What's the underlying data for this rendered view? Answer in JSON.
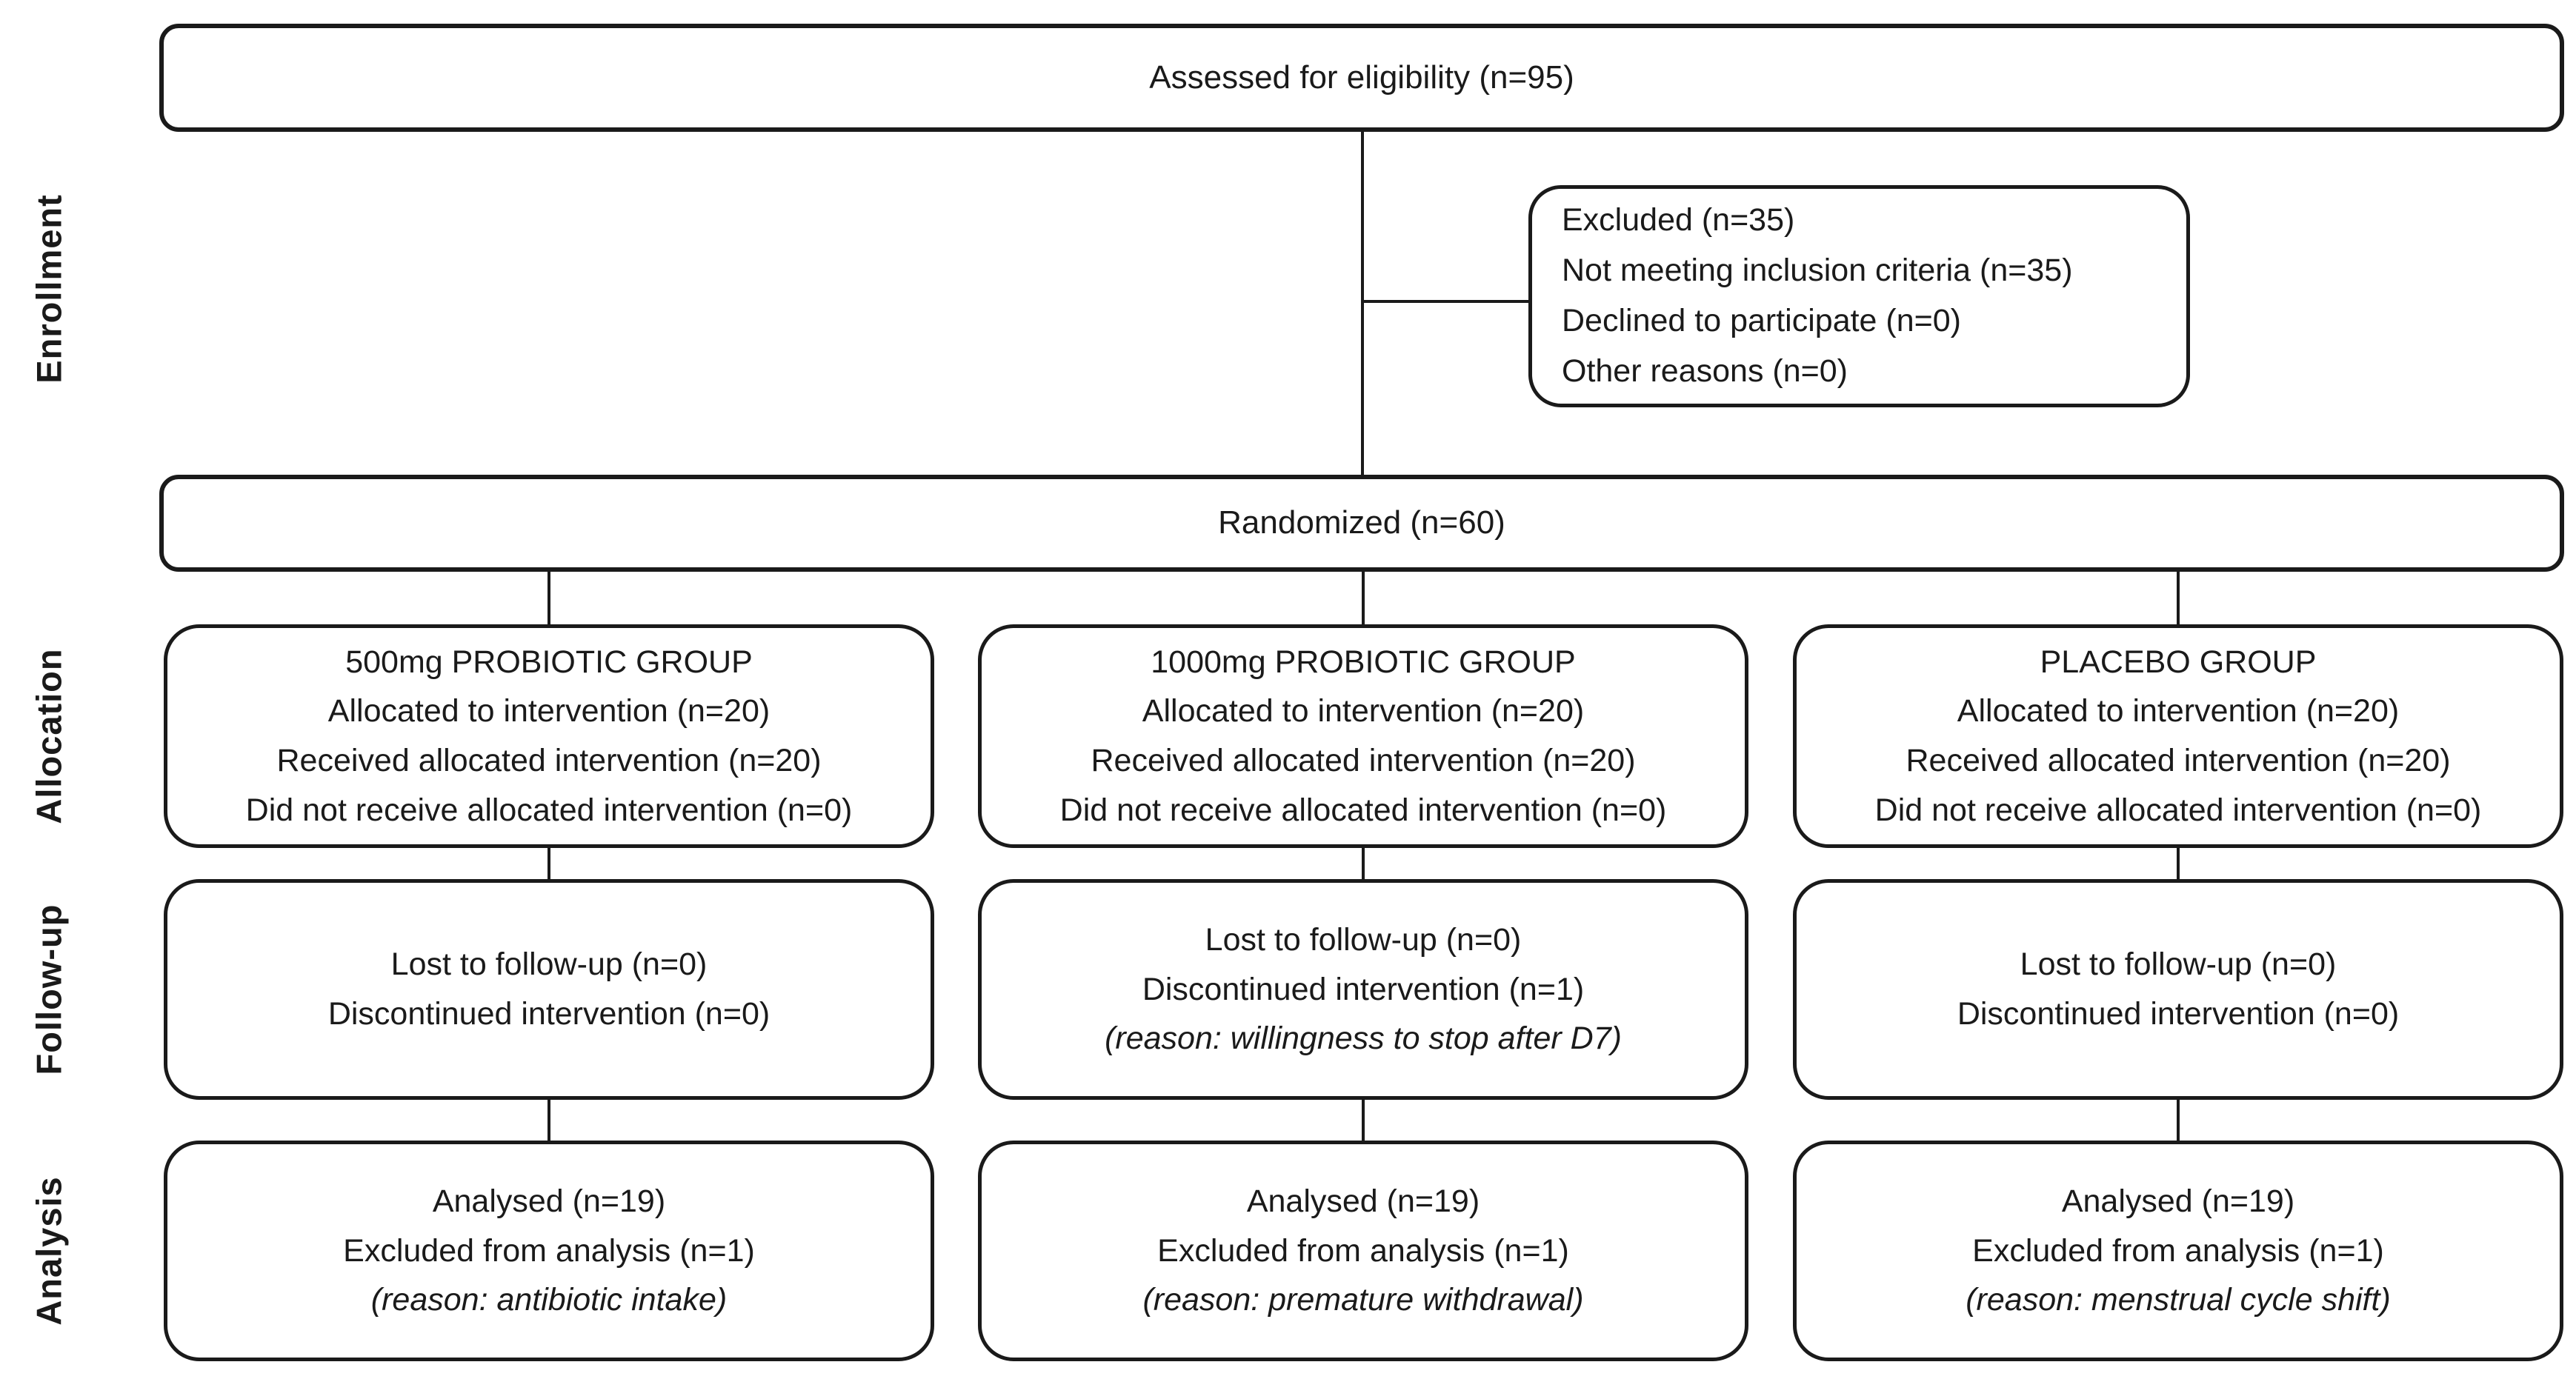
{
  "diagram": {
    "stage_labels": {
      "enrollment": "Enrollment",
      "allocation": "Allocation",
      "followup": "Follow-up",
      "analysis": "Analysis"
    },
    "assessed": {
      "label": "Assessed for eligibility (n=95)"
    },
    "excluded": {
      "lines": [
        "Excluded (n=35)",
        "Not meeting inclusion criteria (n=35)",
        "Declined to participate (n=0)",
        "Other reasons (n=0)"
      ]
    },
    "randomized": {
      "label": "Randomized (n=60)"
    },
    "groups": [
      {
        "allocation": {
          "title": "500mg PROBIOTIC GROUP",
          "lines": [
            "Allocated to intervention (n=20)",
            "Received allocated intervention (n=20)",
            "Did not receive allocated intervention (n=0)"
          ]
        },
        "followup": {
          "lines": [
            "Lost to follow-up (n=0)",
            "Discontinued intervention (n=0)"
          ],
          "reason": ""
        },
        "analysis": {
          "lines": [
            "Analysed (n=19)",
            "Excluded from analysis (n=1)"
          ],
          "reason": "(reason: antibiotic intake)"
        }
      },
      {
        "allocation": {
          "title": "1000mg PROBIOTIC GROUP",
          "lines": [
            "Allocated to intervention (n=20)",
            "Received allocated intervention (n=20)",
            "Did not receive allocated intervention (n=0)"
          ]
        },
        "followup": {
          "lines": [
            "Lost to follow-up (n=0)",
            "Discontinued intervention (n=1)"
          ],
          "reason": "(reason: willingness to stop after D7)"
        },
        "analysis": {
          "lines": [
            "Analysed (n=19)",
            "Excluded from analysis (n=1)"
          ],
          "reason": "(reason: premature withdrawal)"
        }
      },
      {
        "allocation": {
          "title": "PLACEBO GROUP",
          "lines": [
            "Allocated to intervention (n=20)",
            "Received allocated intervention (n=20)",
            "Did not receive allocated intervention (n=0)"
          ]
        },
        "followup": {
          "lines": [
            "Lost to follow-up (n=0)",
            "Discontinued intervention (n=0)"
          ],
          "reason": ""
        },
        "analysis": {
          "lines": [
            "Analysed (n=19)",
            "Excluded from analysis (n=1)"
          ],
          "reason": "(reason: menstrual cycle shift)"
        }
      }
    ]
  }
}
